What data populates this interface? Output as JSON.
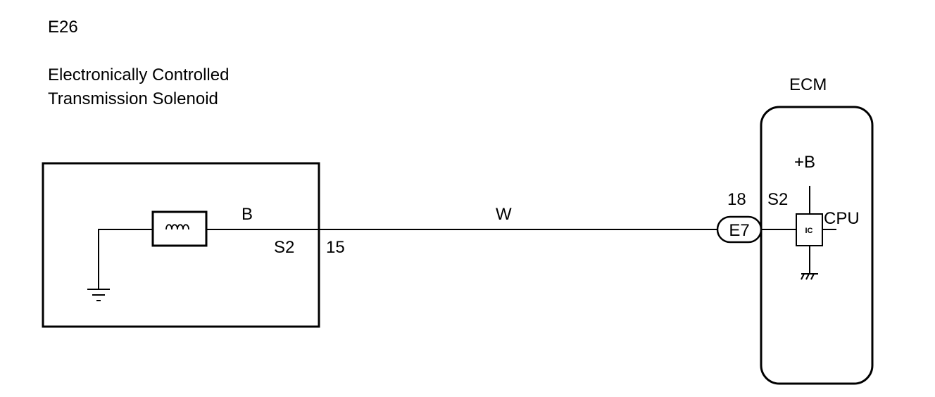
{
  "component": {
    "code": "E26",
    "name_line1": "Electronically Controlled",
    "name_line2": "Transmission Solenoid",
    "terminal_name": "S2",
    "terminal_number": "15",
    "internal_wire_color": "B"
  },
  "harness": {
    "wire_color": "W"
  },
  "ecm": {
    "title": "ECM",
    "connector": "E7",
    "terminal_number": "18",
    "terminal_name": "S2",
    "supply_label": "+B",
    "chip_label": "IC",
    "cpu_label": "CPU"
  }
}
